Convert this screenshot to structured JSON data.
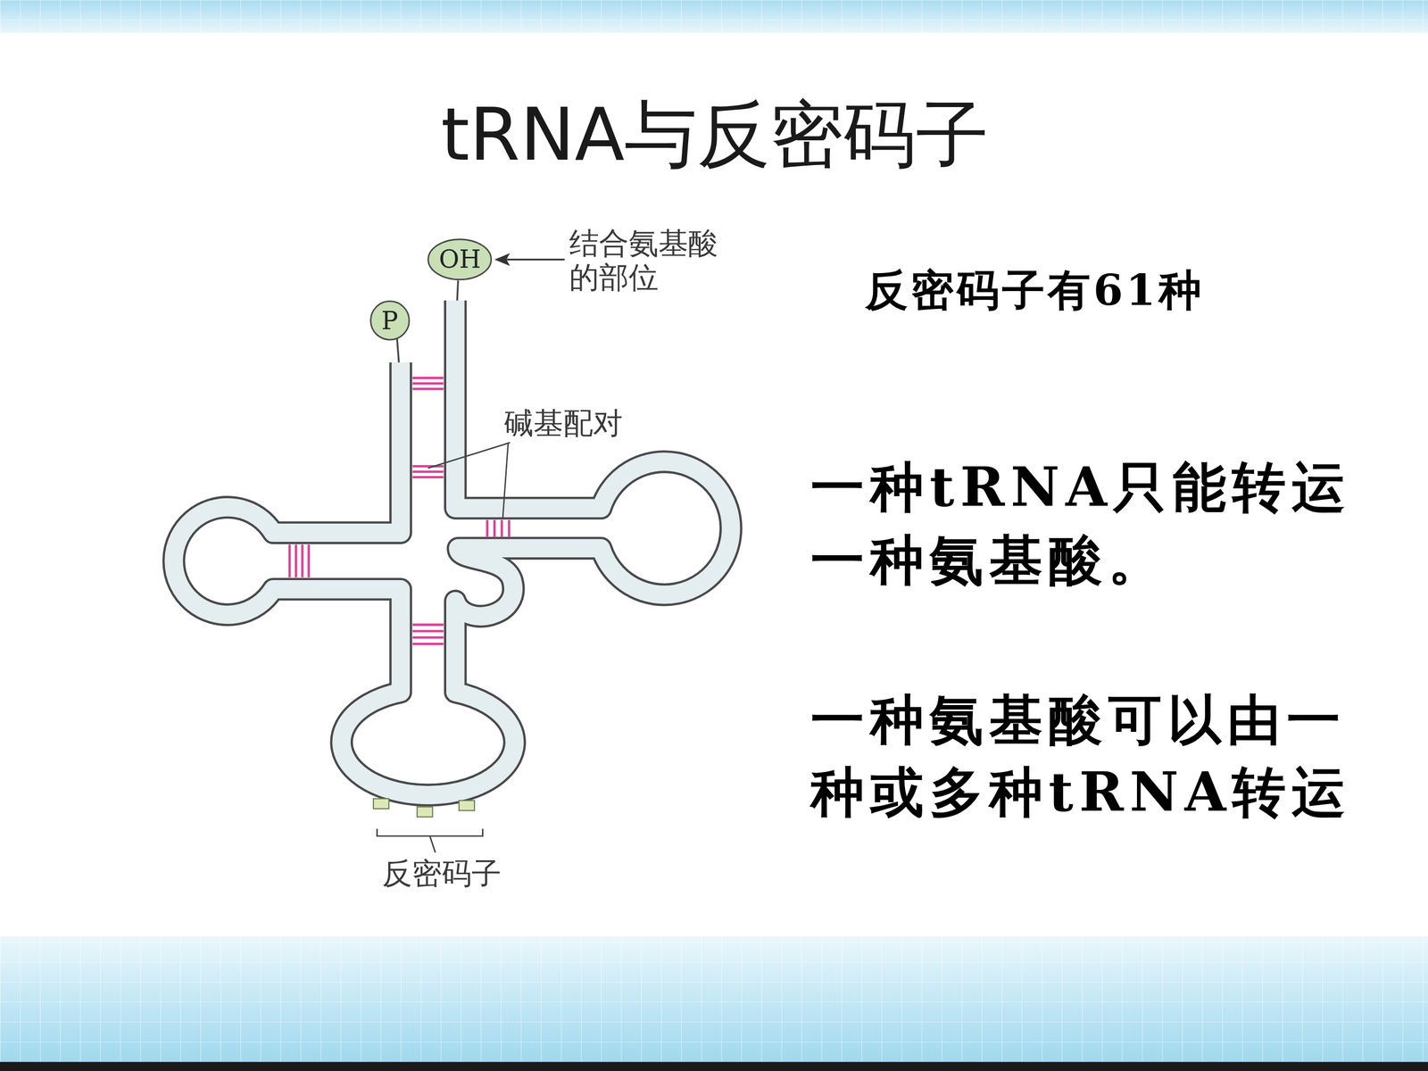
{
  "diagram": {
    "title": "tRNA与反密码子",
    "nodes": [
      {
        "text": [
          "OH"
        ]
      },
      {
        "text": [
          "P"
        ]
      }
    ],
    "labels": [
      "结合氨基酸的部位",
      "反密码子有61种",
      "碱基配对",
      "一种tRNA只能转运一种氨基酸。",
      "一种氨基酸可以由一种或多种tRNA转运",
      "反密码子"
    ]
  }
}
